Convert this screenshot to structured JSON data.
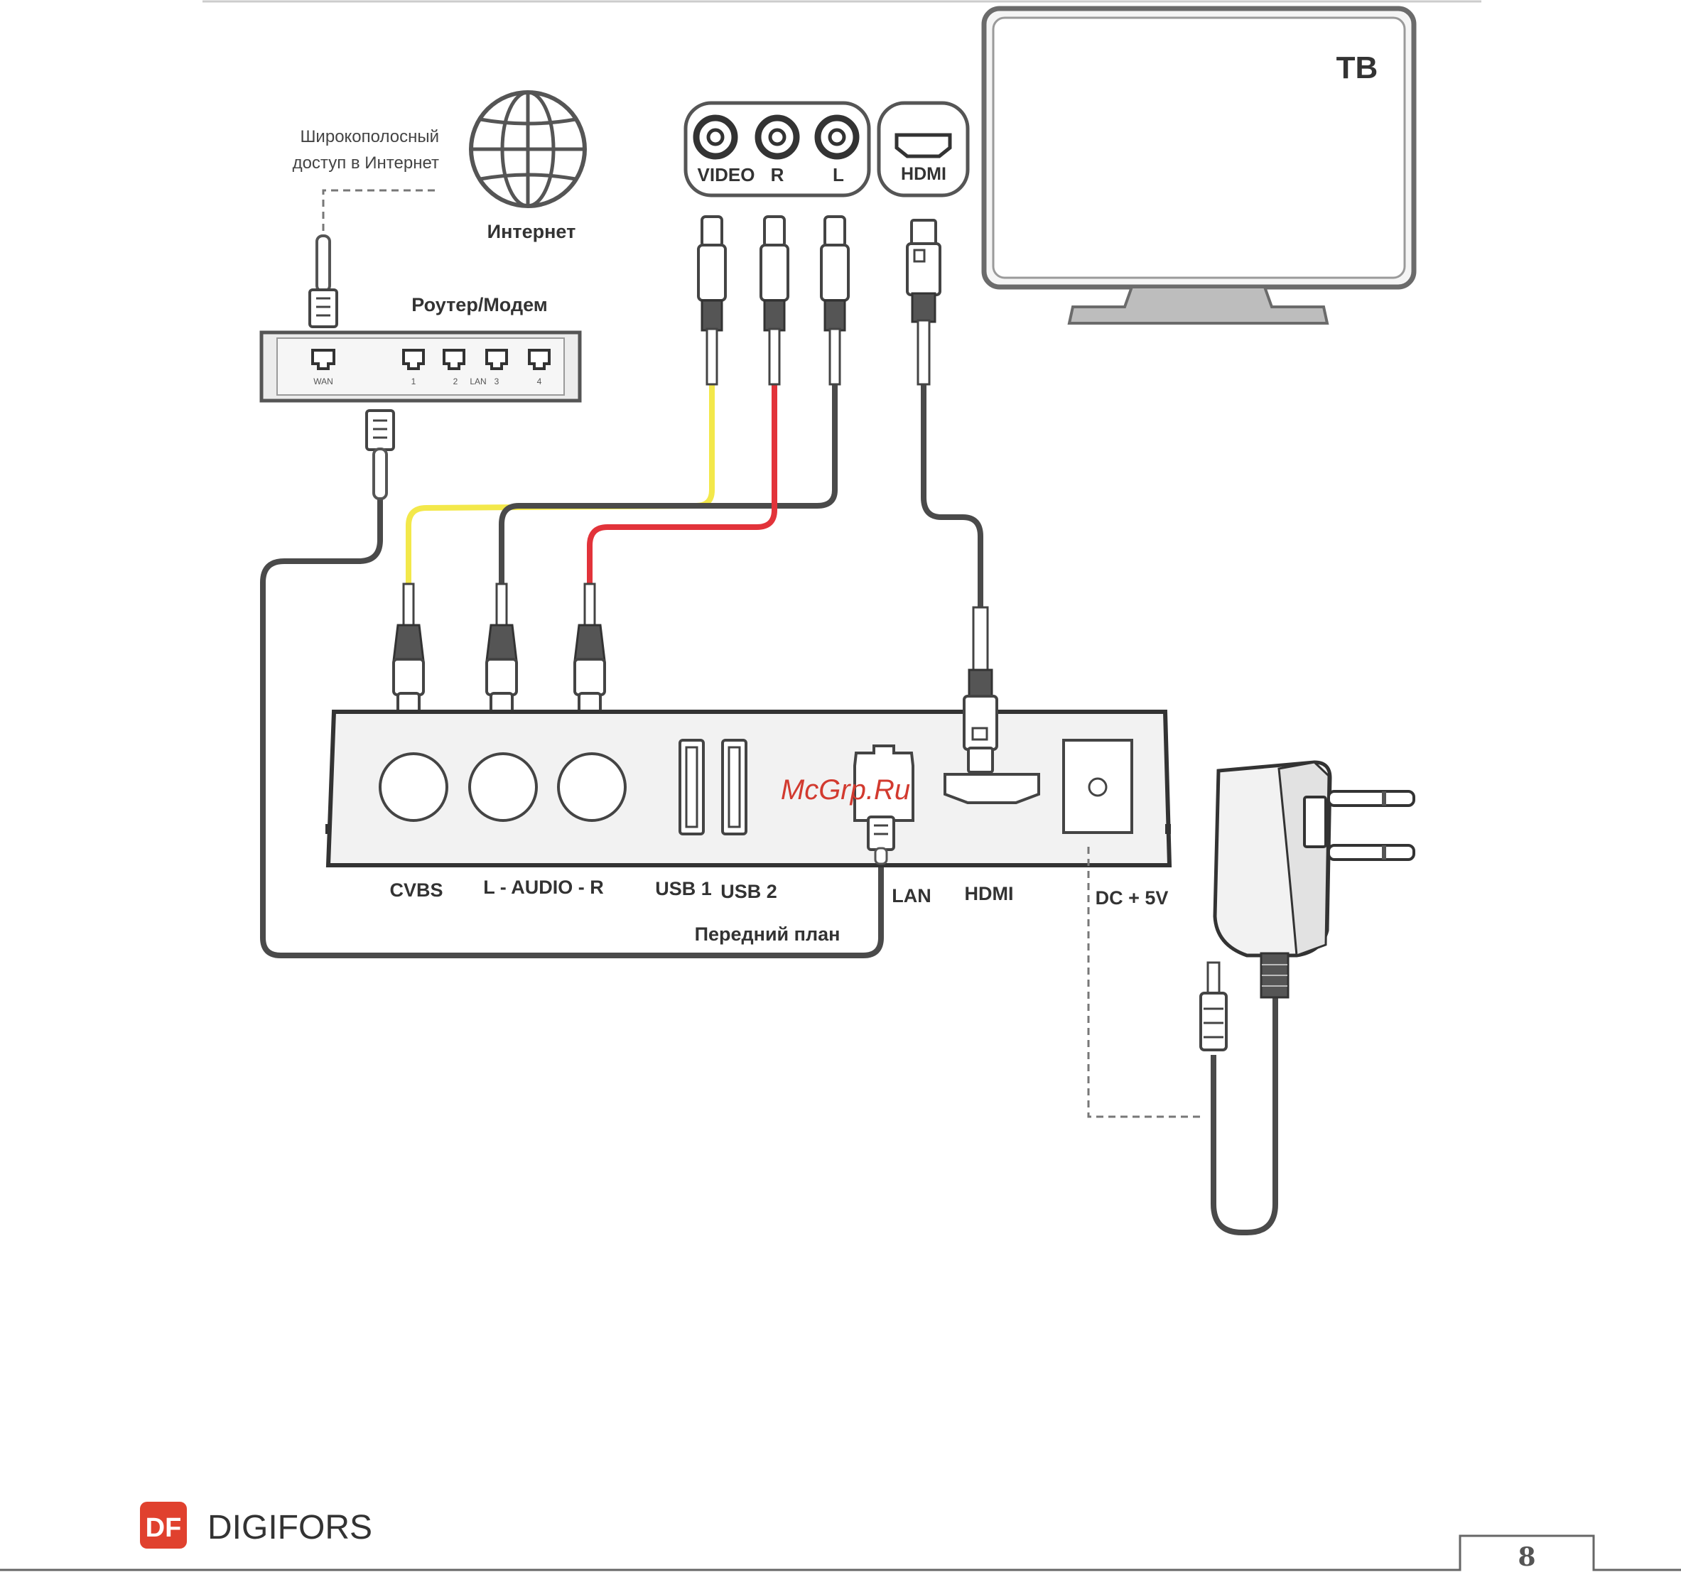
{
  "tv": {
    "label": "ТВ"
  },
  "tv_jacks": {
    "video": "VIDEO",
    "r": "R",
    "l": "L",
    "hdmi": "HDMI"
  },
  "internet": {
    "broadband_line1": "Широкополосный",
    "broadband_line2": "доступ в Интернет",
    "label": "Интернет"
  },
  "router": {
    "label": "Роутер/Модем",
    "ports": {
      "wan": "WAN",
      "p1": "1",
      "p2": "2",
      "lan": "LAN",
      "p3": "3",
      "p4": "4"
    }
  },
  "device_ports": {
    "cvbs": "CVBS",
    "audio": "L - AUDIO - R",
    "usb1": "USB 1",
    "usb2": "USB 2",
    "lan": "LAN",
    "hdmi": "HDMI",
    "dc": "DC + 5V",
    "front_panel": "Передний план"
  },
  "watermark": "McGrp.Ru",
  "footer": {
    "logo_mark": "DF",
    "brand": "DIGIFORS",
    "page_number": "8"
  },
  "colors": {
    "cable_dark": "#4a4a4a",
    "cable_yellow": "#f3e84a",
    "cable_red": "#e2333a",
    "device_fill": "#f2f2f2",
    "logo_red": "#e0412e",
    "watermark": "#d23a2f"
  }
}
